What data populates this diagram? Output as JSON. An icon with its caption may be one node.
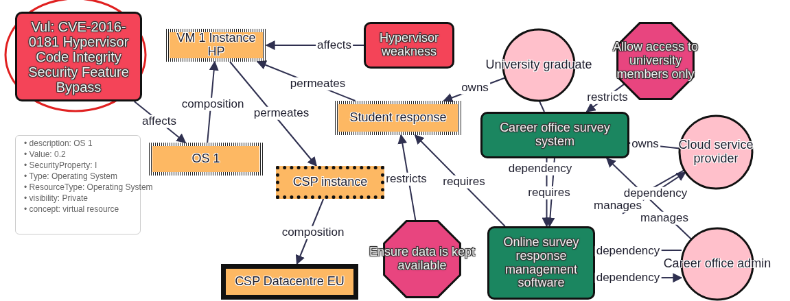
{
  "diagram": {
    "nodes": [
      {
        "text": [
          "Vul: CVE-2016-0181 Hypervisor Code Integrity Security Feature Bypass"
        ]
      },
      {
        "text": [
          "VM 1 Instance HP"
        ]
      },
      {
        "text": [
          "Hypervisor weakness"
        ]
      },
      {
        "text": [
          "University graduate"
        ]
      },
      {
        "text": [
          "Allow access to university members only"
        ]
      },
      {
        "text": [
          "Student response"
        ]
      },
      {
        "text": [
          "Career office survey system"
        ]
      },
      {
        "text": [
          "Cloud service provider"
        ]
      },
      {
        "text": [
          "OS 1"
        ]
      },
      {
        "text": [
          "CSP instance"
        ]
      },
      {
        "text": [
          "Ensure data is kept available"
        ]
      },
      {
        "text": [
          "Online survey response management software"
        ]
      },
      {
        "text": [
          "Career office admin"
        ]
      },
      {
        "text": [
          "CSP Datacentre EU"
        ]
      }
    ],
    "edges": [
      {
        "from": 0,
        "to": 8,
        "arrow": "to",
        "label": "affects"
      },
      {
        "from": 8,
        "to": 1,
        "arrow": "to",
        "label": "composition"
      },
      {
        "from": 1,
        "to": 9,
        "arrow": "to",
        "label": "permeates"
      },
      {
        "from": 2,
        "to": 1,
        "arrow": "to",
        "label": "affects"
      },
      {
        "from": 5,
        "to": 1,
        "arrow": "to",
        "label": "permeates"
      },
      {
        "from": 3,
        "to": 5,
        "arrow": "to",
        "label": "owns"
      },
      {
        "from": 3,
        "to": 6,
        "arrow": "none"
      },
      {
        "from": 6,
        "to": 11,
        "arrow": "to",
        "label": "dependency"
      },
      {
        "from": 6,
        "to": 11,
        "arrow": "to",
        "label": "requires"
      },
      {
        "from": 4,
        "to": 6,
        "arrow": "to",
        "label": "restricts"
      },
      {
        "from": 7,
        "to": 6,
        "arrow": "to",
        "label": "owns"
      },
      {
        "from": 9,
        "to": 13,
        "arrow": "to",
        "label": "composition"
      },
      {
        "from": 10,
        "to": 5,
        "arrow": "to",
        "label": "restricts"
      },
      {
        "from": 11,
        "to": 5,
        "arrow": "to",
        "label": "requires"
      },
      {
        "from": 7,
        "to": 11,
        "arrow": "to",
        "label": "manages"
      },
      {
        "from": 12,
        "to": 6,
        "arrow": "to",
        "label": "manages"
      },
      {
        "from": 11,
        "to": 7,
        "arrow": "to",
        "label": "dependency"
      },
      {
        "from": 12,
        "to": 11,
        "arrow": "to",
        "label": "dependency"
      },
      {
        "from": 11,
        "to": 12,
        "arrow": "to",
        "label": "dependency"
      }
    ],
    "labels": [
      "• description: OS 1",
      "• Value: 0.2",
      "• SecurityProperty: I",
      "• Type: Operating System",
      "• ResourceType: Operating System",
      "• visibility: Private",
      "• concept: virtual resource"
    ]
  }
}
